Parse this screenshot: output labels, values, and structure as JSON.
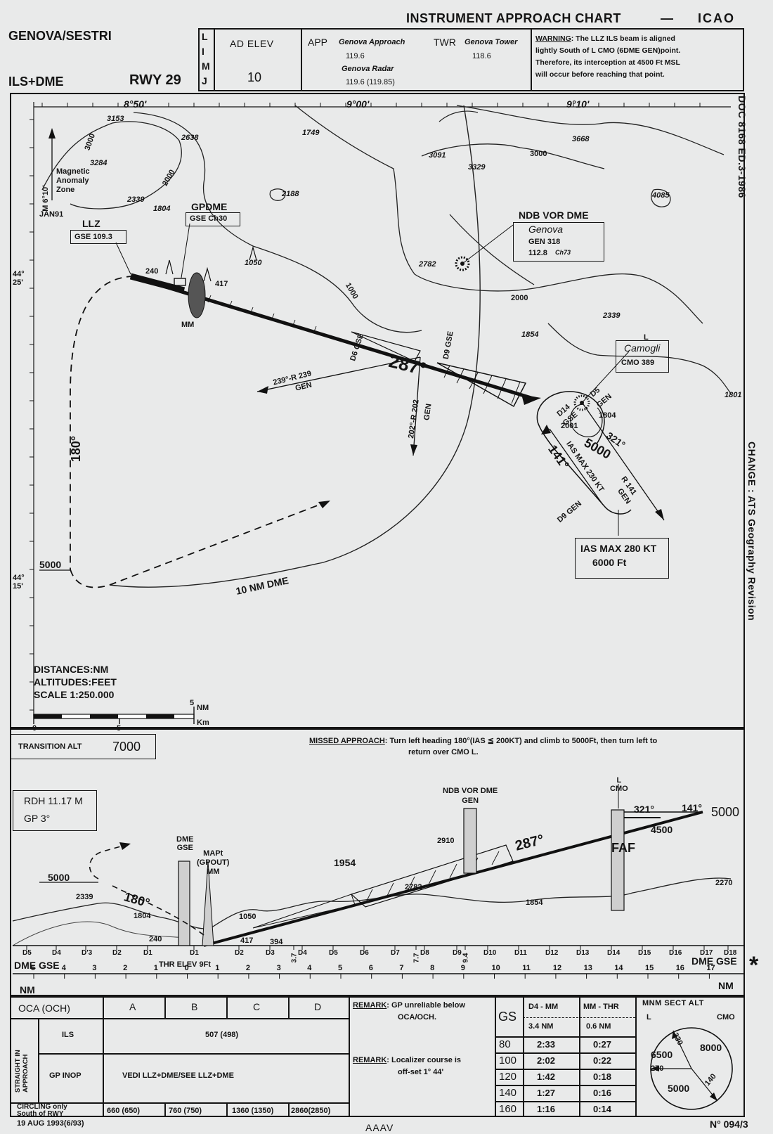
{
  "header": {
    "chart_title": "INSTRUMENT APPROACH CHART",
    "dash": "—",
    "icao": "ICAO",
    "airport": "GENOVA/SESTRI",
    "procedure": "ILS+DME",
    "runway": "RWY 29",
    "indicator": [
      "L",
      "I",
      "M",
      "J"
    ],
    "ad_elev_label": "AD ELEV",
    "ad_elev_value": "10",
    "app_label": "APP",
    "app_name": "Genova Approach",
    "app_freq": "119.6",
    "radar_name": "Genova Radar",
    "radar_freq": "119.6   (119.85)",
    "twr_label": "TWR",
    "twr_name": "Genova Tower",
    "twr_freq": "118.6",
    "warning_label": "WARNING",
    "warning_lines": [
      ": The LLZ ILS beam is aligned",
      "lightly South of L CMO (6DME GEN)point.",
      "Therefore, its interception at 4500 Ft MSL",
      "will occur before reaching that point."
    ]
  },
  "side": {
    "doc": "DOC 8168 ED.3-1986",
    "change": "CHANGE : ATS Geography Revision"
  },
  "plan": {
    "lon_labels": [
      "8°50'",
      "9°00'",
      "9°10'"
    ],
    "lat_labels": [
      "44° 25'",
      "44° 15'"
    ],
    "elevations": [
      "3153",
      "2638",
      "1749",
      "3091",
      "3329",
      "3668",
      "3000",
      "3284",
      "3000",
      "2000",
      "2188",
      "2339",
      "1804",
      "1050",
      "2782",
      "1000",
      "2000",
      "2339",
      "1854",
      "4085",
      "1801",
      "417",
      "240",
      "2001",
      "1804"
    ],
    "magnetic": [
      "Magnetic",
      "Anomaly",
      "Zone"
    ],
    "mag_var": "M 6°10'",
    "jan": "JAN91",
    "llz_name": "LLZ",
    "llz_freq": "GSE 109.3",
    "gpdme_name": "GPDME",
    "gpdme_ch": "GSE Ch30",
    "ndb_title": "NDB VOR DME",
    "ndb_name": "Genova",
    "ndb_gen": "GEN  318",
    "ndb_freq": "112.8",
    "ndb_ch": "Ch73",
    "camogli_l": "L",
    "camogli_name": "Camogli",
    "camogli_freq": "CMO 389",
    "mm": "MM",
    "d6_gse": "D6 GSE",
    "d9_gse": "D9 GSE",
    "course": "287°",
    "r239": "239°-R 239",
    "gen": "GEN",
    "r202": "202°-R 202",
    "r141": "R 141",
    "d14": "D14",
    "gse": "GSE",
    "d5": "D5",
    "crs321": "321°",
    "crs141": "141°",
    "alt5000": "5000",
    "ias230": "IAS MAX 230 KT",
    "d9gen": "D9 GEN",
    "ias280": "IAS MAX 280 KT",
    "alt6000": "6000 Ft",
    "hdg180": "180°",
    "alt5000b": "5000",
    "nm10": "10 NM DME",
    "distances": "DISTANCES:NM",
    "altitudes": "ALTITUDES:FEET",
    "scale": "SCALE 1:250.000",
    "scale_nm": "NM",
    "scale_km": "Km",
    "scale_0": "0",
    "scale_5": "5",
    "scale_5b": "5"
  },
  "profile": {
    "transition_label": "TRANSITION ALT",
    "transition_value": "7000",
    "missed_label": "MISSED APPROACH",
    "missed_text_1": ": Turn left heading 180°(IAS ≦ 200KT) and climb to 5000Ft, then turn left to",
    "missed_text_2": "return over CMO L.",
    "rdh": "RDH  11.17 M",
    "gp": "GP 3°",
    "ndb_label_1": "NDB VOR DME",
    "ndb_label_2": "GEN",
    "l_cmo_1": "L",
    "l_cmo_2": "CMO",
    "c321": "321°",
    "c141": "141°",
    "a5000": "5000",
    "a4500": "4500",
    "faf": "FAF",
    "c287": "287°",
    "a2910": "2910",
    "a1954": "1954",
    "a2782": "2782",
    "a1854": "1854",
    "a2270": "2270",
    "dme_gse_1": "DME",
    "dme_gse_2": "GSE",
    "mapt_1": "MAPt",
    "mapt_2": "(GPOUT)",
    "mapt_3": "MM",
    "a5000b": "5000",
    "a2339": "2339",
    "c180": "180°",
    "a1804": "1804",
    "a240": "240",
    "a1050": "1050",
    "a417": "417",
    "a394": "394",
    "thr_elev": "THR ELEV 9Ft",
    "dme_gse_left": "DME GSE",
    "dme_gse_right": "DME GSE",
    "nm_left": "NM",
    "nm_right": "NM",
    "d_labels": [
      "D5",
      "D4",
      "D'3",
      "D2",
      "D1",
      "D1",
      "D2",
      "D3",
      "3.7",
      "D4",
      "D5",
      "D6",
      "D7",
      "7.7",
      "D8",
      "D9",
      "9.4",
      "D10",
      "D11",
      "D12",
      "D13",
      "D14",
      "D15",
      "D16",
      "D17",
      "D18"
    ],
    "n_labels": [
      "5",
      "4",
      "3",
      "2",
      "1",
      "0",
      "1",
      "2",
      "3",
      "4",
      "5",
      "6",
      "7",
      "8",
      "9",
      "10",
      "11",
      "12",
      "13",
      "14",
      "15",
      "16",
      "17"
    ]
  },
  "minima": {
    "oca_label": "OCA (OCH)",
    "cats": [
      "A",
      "B",
      "C",
      "D"
    ],
    "straight_label": "STRAIGHT IN APPROACH",
    "ils_label": "ILS",
    "ils_value": "507  (498)",
    "gp_inop_label": "GP INOP",
    "gp_inop_value": "VEDI LLZ+DME/SEE LLZ+DME",
    "circling_1": "CIRCLING only",
    "circling_2": "South of RWY",
    "circling_values": [
      "660 (650)",
      "760 (750)",
      "1360 (1350)",
      "2860(2850)"
    ],
    "remark_label": "REMARK",
    "remark1_1": ": GP unreliable below",
    "remark1_2": "OCA/OCH.",
    "remark2_1": ": Localizer course is",
    "remark2_2": "off-set 1° 44'"
  },
  "timing": {
    "gs_label": "GS",
    "col1_label": "D4 - MM",
    "col1_dist": "3.4  NM",
    "col2_label": "MM - THR",
    "col2_dist": "0.6  NM",
    "rows": [
      {
        "gs": "80",
        "t1": "2:33",
        "t2": "0:27"
      },
      {
        "gs": "100",
        "t1": "2:02",
        "t2": "0:22"
      },
      {
        "gs": "120",
        "t1": "1:42",
        "t2": "0:18"
      },
      {
        "gs": "140",
        "t1": "1:27",
        "t2": "0:16"
      },
      {
        "gs": "160",
        "t1": "1:16",
        "t2": "0:14"
      }
    ]
  },
  "msa": {
    "title": "MNM  SECT  ALT",
    "l": "L",
    "cmo": "CMO",
    "b330": "330",
    "b270": "270",
    "b140": "140",
    "a6500": "6500",
    "a8000": "8000",
    "a5000": "5000"
  },
  "footer": {
    "date": "19  AUG 1993(6/93)",
    "agency": "AAAV",
    "number": "N° 094/3",
    "asterisk": "*"
  }
}
